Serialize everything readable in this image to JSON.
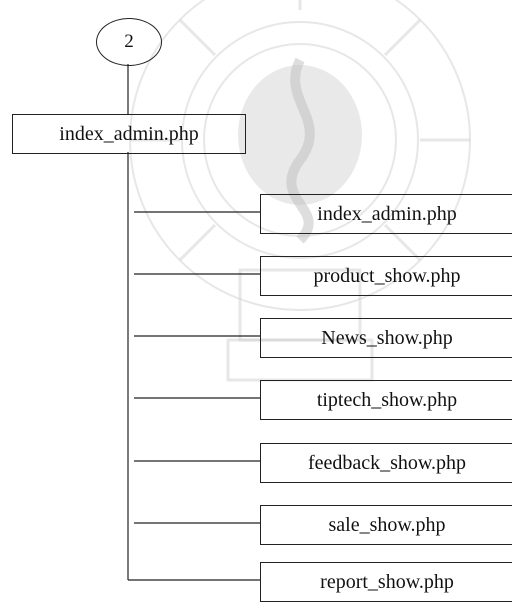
{
  "diagram": {
    "connector_label": "2",
    "root": {
      "label": "index_admin.php"
    },
    "children": [
      {
        "label": "index_admin.php"
      },
      {
        "label": "product_show.php"
      },
      {
        "label": "News_show.php"
      },
      {
        "label": "tiptech_show.php"
      },
      {
        "label": "feedback_show.php"
      },
      {
        "label": "sale_show.php"
      },
      {
        "label": "report_show.php"
      }
    ]
  },
  "watermark": {
    "color": "#c9c9c9"
  },
  "colors": {
    "line": "#222222",
    "text": "#111111"
  }
}
